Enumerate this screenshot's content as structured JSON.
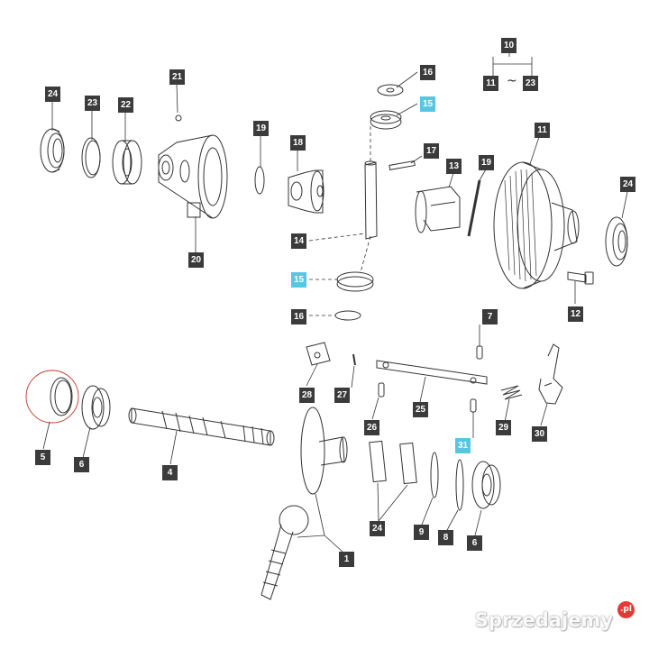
{
  "diagram": {
    "callouts": {
      "c1": "1",
      "c4": "4",
      "c5": "5",
      "c6a": "6",
      "c6b": "6",
      "c7": "7",
      "c8": "8",
      "c9": "9",
      "c10": "10",
      "c11a": "11",
      "c11b": "11",
      "c12": "12",
      "c13": "13",
      "c14": "14",
      "c15a": "15",
      "c15b": "15",
      "c16a": "16",
      "c16b": "16",
      "c17": "17",
      "c18": "18",
      "c19a": "19",
      "c19b": "19",
      "c20": "20",
      "c21": "21",
      "c22": "22",
      "c23": "23",
      "c24a": "24",
      "c24b": "24",
      "c24c": "24",
      "c25": "25",
      "c26": "26",
      "c27": "27",
      "c28": "28",
      "c29": "29",
      "c30": "30",
      "c31": "31"
    },
    "range_separator": "~",
    "colors": {
      "callout_bg": "#3b3b3b",
      "callout_highlight": "#58c6e2",
      "line": "#333333",
      "highlight_circle": "#c0392b"
    }
  },
  "watermark": {
    "text": "Sprzedajemy",
    "badge": ".pl"
  }
}
